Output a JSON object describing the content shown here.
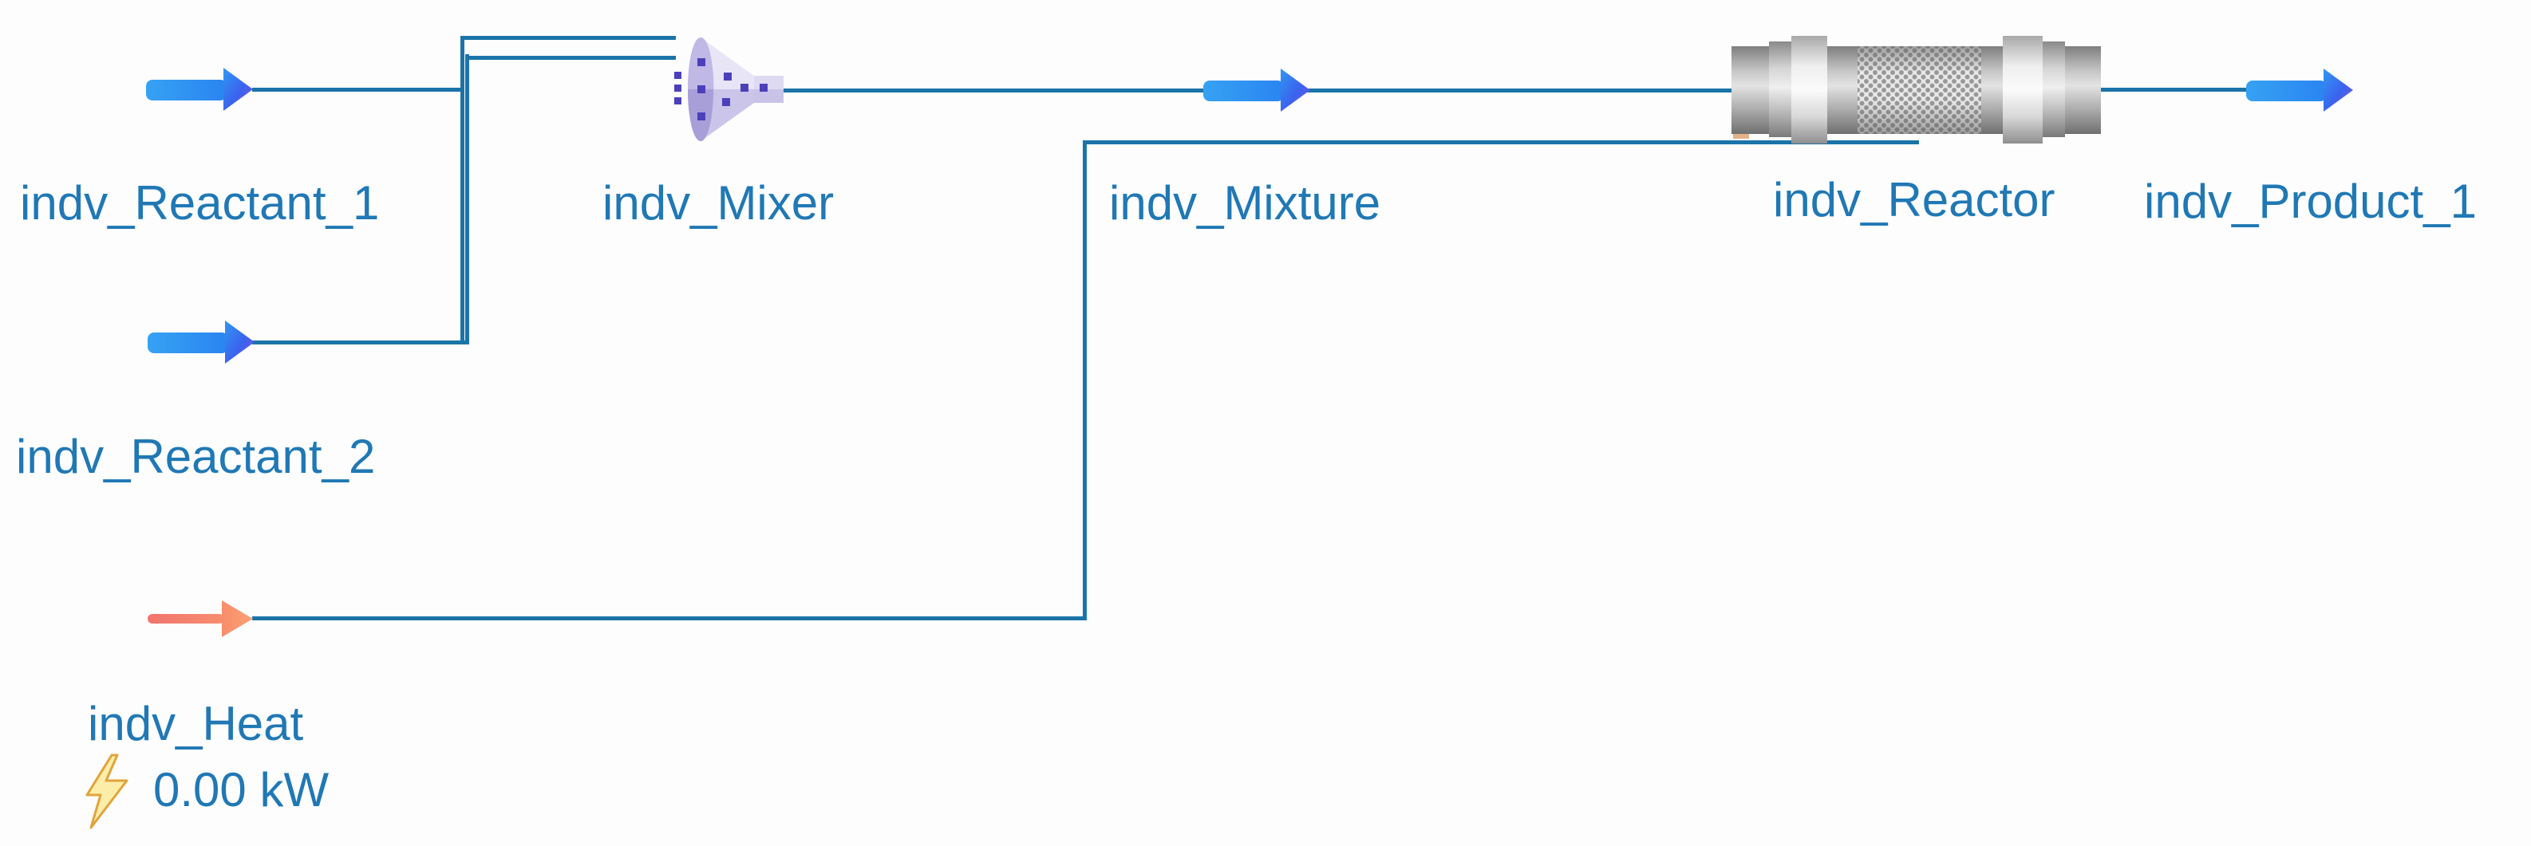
{
  "diagram": {
    "streams": {
      "reactant_1": {
        "label": "indv_Reactant_1"
      },
      "reactant_2": {
        "label": "indv_Reactant_2"
      },
      "mixture": {
        "label": "indv_Mixture"
      },
      "product_1": {
        "label": "indv_Product_1"
      },
      "heat": {
        "label": "indv_Heat",
        "duty": "0.00 kW"
      }
    },
    "units": {
      "mixer": {
        "label": "indv_Mixer"
      },
      "reactor": {
        "label": "indv_Reactor"
      }
    },
    "colors": {
      "connector": "#1b74a8",
      "label_text": "#2078b4",
      "material_arrow_body_start": "#36a2f3",
      "material_arrow_body_end": "#2a84f1",
      "material_arrow_tip": "#7a55de",
      "energy_arrow_start": "#f2746e",
      "energy_arrow_end": "#faa273",
      "mixer_ellipse_top": "#c0b8e5",
      "mixer_ellipse_bottom": "#a89fd9",
      "mixer_cone_top": "#e8e5f6",
      "mixer_cone_bottom": "#cbc5ea",
      "mixer_dots": "#4b40ba",
      "bolt_fill": "#fceda9",
      "bolt_stroke": "#e0a43c"
    }
  }
}
